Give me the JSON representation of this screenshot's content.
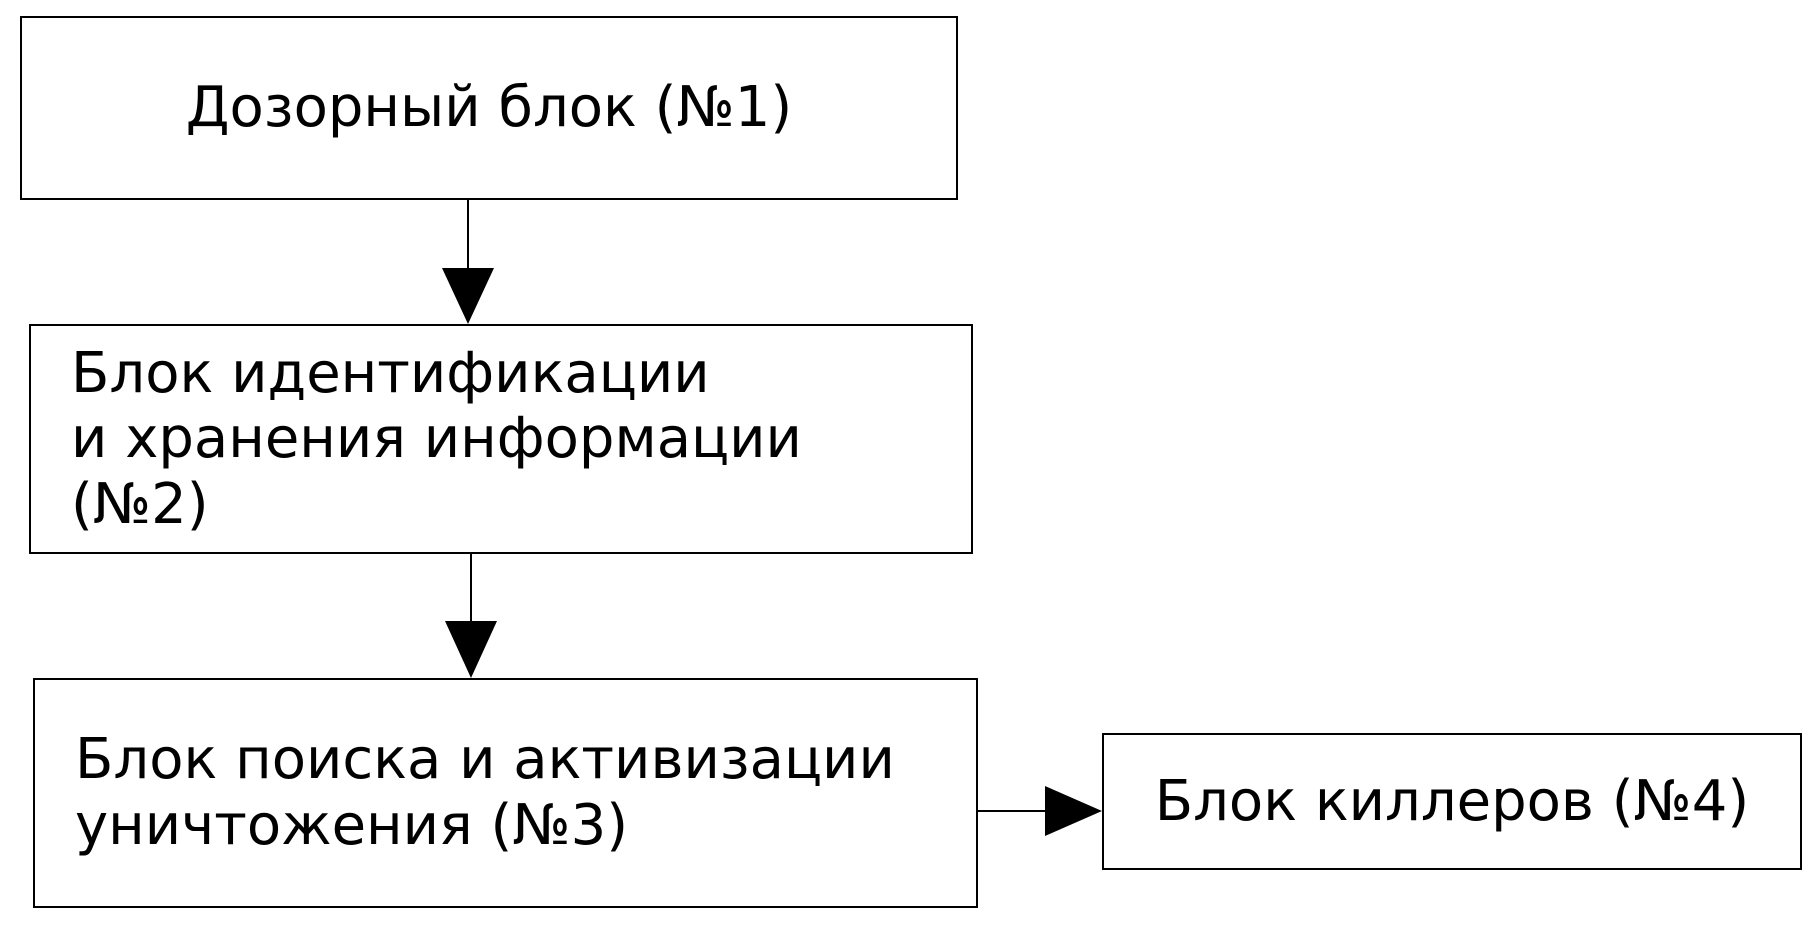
{
  "blocks": [
    {
      "id": "block-1",
      "lines": [
        "Дозорный блок (№1)"
      ]
    },
    {
      "id": "block-2",
      "lines": [
        "Блок идентификации",
        "и хранения информации",
        "(№2)"
      ]
    },
    {
      "id": "block-3",
      "lines": [
        "Блок поиска и активизации",
        "уничтожения (№3)"
      ]
    },
    {
      "id": "block-4",
      "lines": [
        "Блок киллеров (№4)"
      ]
    }
  ],
  "connections": [
    {
      "from": "block-1",
      "to": "block-2",
      "direction": "down"
    },
    {
      "from": "block-2",
      "to": "block-3",
      "direction": "down"
    },
    {
      "from": "block-3",
      "to": "block-4",
      "direction": "right"
    }
  ],
  "colors": {
    "stroke": "#000000",
    "background": "#ffffff",
    "text": "#000000"
  }
}
